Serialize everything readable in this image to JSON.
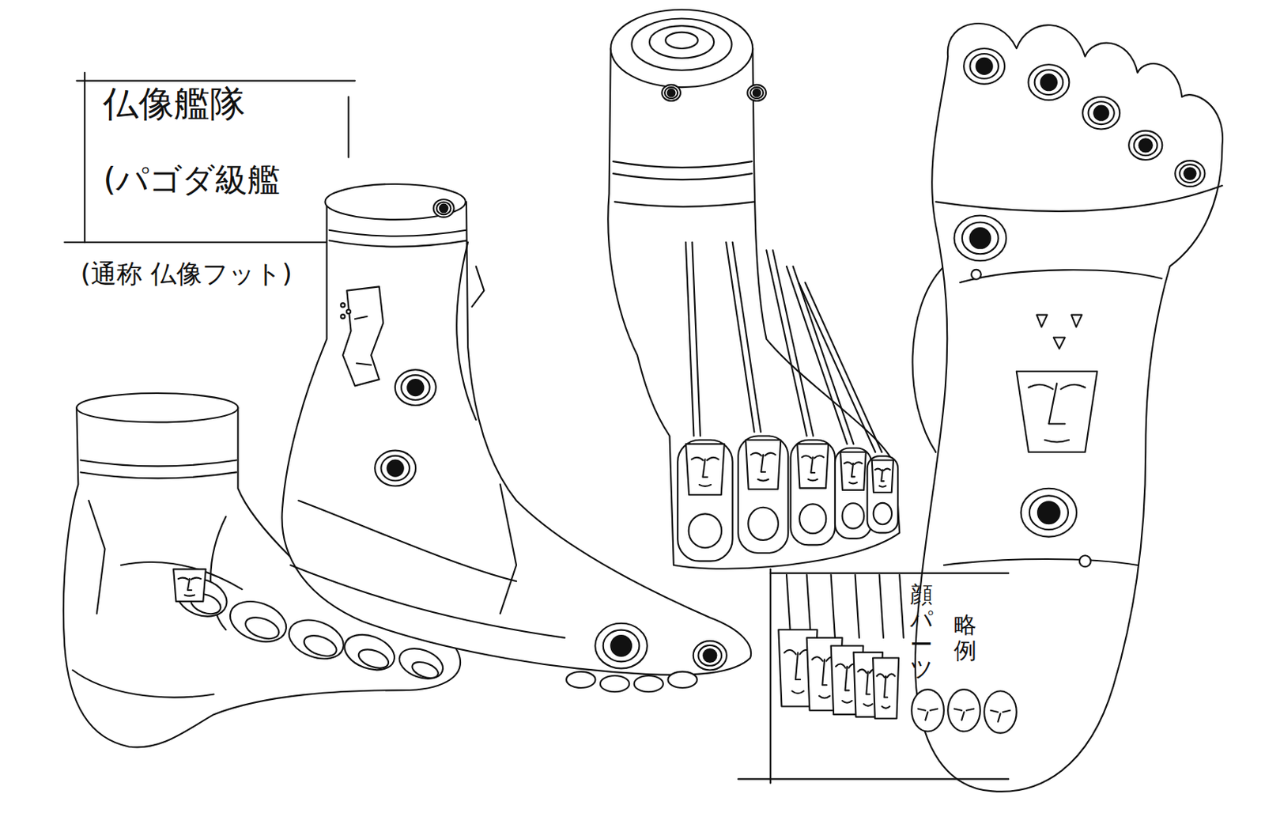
{
  "diagram": {
    "nodes": [
      {
        "text": [
          "仏像艦隊",
          "(パゴダ級艦"
        ]
      },
      {
        "text": [
          "顔パーツ",
          "略例"
        ]
      }
    ],
    "labels": [
      "(通称 仏像フット)"
    ]
  }
}
